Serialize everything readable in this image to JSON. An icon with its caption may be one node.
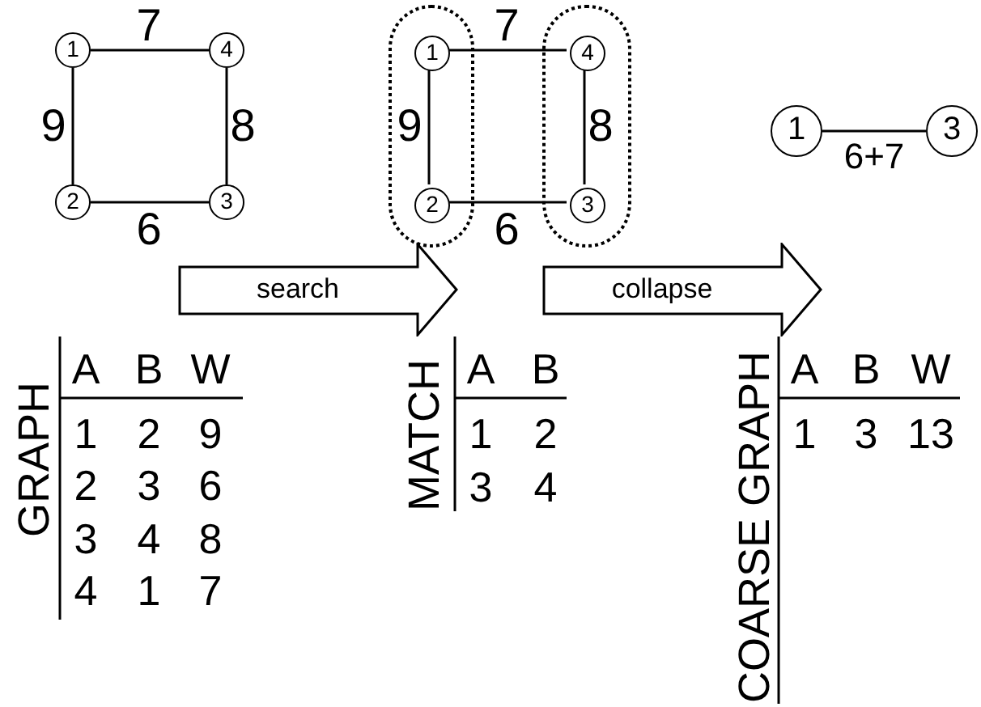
{
  "diagram": {
    "nodes": [
      {
        "text": [
          "1"
        ]
      },
      {
        "text": [
          "4"
        ]
      },
      {
        "text": [
          "2"
        ]
      },
      {
        "text": [
          "3"
        ]
      },
      {
        "text": [],
        "shape": "oval"
      },
      {
        "text": [
          "1"
        ],
        "in": 4
      },
      {
        "text": [
          "2"
        ],
        "in": 4
      },
      {
        "text": [],
        "shape": "oval"
      },
      {
        "text": [
          "4"
        ],
        "in": 7
      },
      {
        "text": [
          "3"
        ],
        "in": 7
      },
      {
        "text": [
          "1"
        ]
      },
      {
        "text": [
          "3"
        ]
      },
      {
        "text": [
          "search"
        ]
      },
      {
        "text": [
          "collapse"
        ]
      }
    ],
    "edges": [
      {
        "from": 0,
        "to": 1,
        "arrow": "none",
        "label": "7"
      },
      {
        "from": 0,
        "to": 2,
        "arrow": "none",
        "label": "9"
      },
      {
        "from": 1,
        "to": 3,
        "arrow": "none",
        "label": "8"
      },
      {
        "from": 2,
        "to": 3,
        "arrow": "none",
        "label": "6"
      },
      {
        "from": 5,
        "to": 8,
        "arrow": "none",
        "label": "7"
      },
      {
        "from": 5,
        "to": 6,
        "arrow": "none",
        "label": "9"
      },
      {
        "from": 8,
        "to": 9,
        "arrow": "none",
        "label": "8"
      },
      {
        "from": 6,
        "to": 9,
        "arrow": "none",
        "label": "6"
      },
      {
        "from": 10,
        "to": 11,
        "arrow": "none",
        "label": "6+7"
      }
    ],
    "labels": [
      "GRAPH",
      "A",
      "B",
      "W",
      "1",
      "2",
      "9",
      "2",
      "3",
      "6",
      "3",
      "4",
      "8",
      "4",
      "1",
      "7",
      "MATCH",
      "A",
      "B",
      "1",
      "2",
      "3",
      "4",
      "COARSE GRAPH",
      "A",
      "B",
      "W",
      "1",
      "3",
      "13"
    ]
  }
}
